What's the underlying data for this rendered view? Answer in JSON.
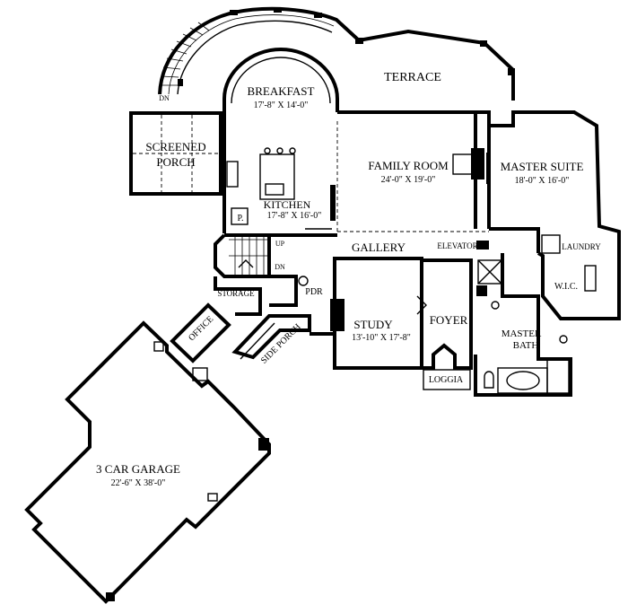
{
  "title": "",
  "rooms": {
    "terrace": {
      "name": "TERRACE"
    },
    "breakfast": {
      "name": "BREAKFAST",
      "dims": "17'-8\" X 14'-0\""
    },
    "screened": {
      "name1": "SCREENED",
      "name2": "PORCH"
    },
    "family": {
      "name": "FAMILY ROOM",
      "dims": "24'-0\" X 19'-0\""
    },
    "master": {
      "name": "MASTER SUITE",
      "dims": "18'-0\" X 16'-0\""
    },
    "kitchen": {
      "name": "KITCHEN",
      "dims": "17'-8\" X 16'-0\""
    },
    "pantry": {
      "name": "P."
    },
    "gallery": {
      "name": "GALLERY"
    },
    "elevator": {
      "name": "ELEVATOR"
    },
    "laundry": {
      "name": "LAUNDRY"
    },
    "wic": {
      "name": "W.I.C."
    },
    "storage": {
      "name": "STORAGE"
    },
    "pdr": {
      "name": "PDR"
    },
    "office": {
      "name": "OFFICE"
    },
    "study": {
      "name": "STUDY",
      "dims": "13'-10\" X 17'-8\""
    },
    "foyer": {
      "name": "FOYER"
    },
    "masterbath": {
      "name1": "MASTER",
      "name2": "BATH"
    },
    "sideporch": {
      "name": "SIDE PORCH"
    },
    "loggia": {
      "name": "LOGGIA"
    },
    "garage": {
      "name": "3 CAR GARAGE",
      "dims": "22'-6\" X 38'-0\""
    }
  },
  "stairs": {
    "up": "UP",
    "dn": "DN",
    "dn_exterior": "DN"
  }
}
